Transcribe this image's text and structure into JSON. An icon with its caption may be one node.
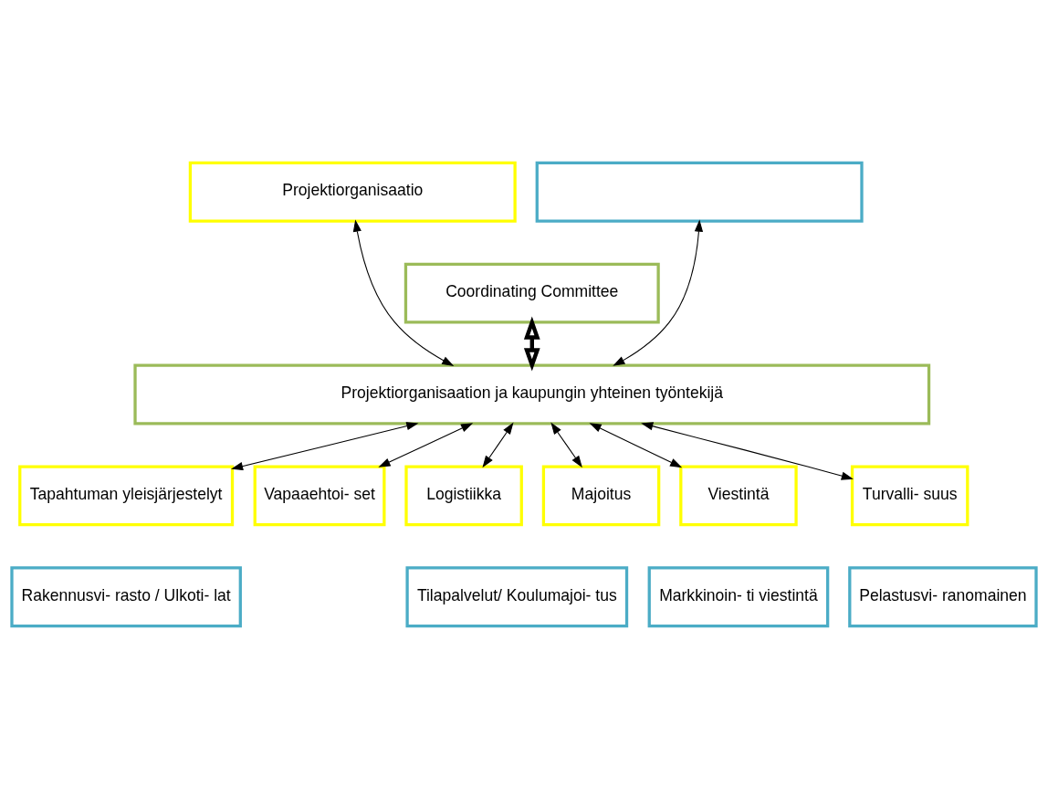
{
  "diagram": {
    "nodes": [
      {
        "text": [
          "Projektiorganisaatio"
        ]
      },
      {
        "text": [],
        "shape": "box"
      },
      {
        "text": [
          "Coordinating Committee"
        ]
      },
      {
        "text": [
          "Projektiorganisaation ja kaupungin yhteinen työntekijä"
        ]
      },
      {
        "text": [
          "Tapahtuman yleisjärjestelyt"
        ]
      },
      {
        "text": [
          "Vapaaehtoi- set"
        ]
      },
      {
        "text": [
          "Logistiikka"
        ]
      },
      {
        "text": [
          "Majoitus"
        ]
      },
      {
        "text": [
          "Viestintä"
        ]
      },
      {
        "text": [
          "Turvalli- suus"
        ]
      },
      {
        "text": [
          "Rakennusvi- rasto / Ulkoti- lat"
        ]
      },
      {
        "text": [
          "Tilapalvelut/ Koulumajoi- tus"
        ]
      },
      {
        "text": [
          "Markkinoin- ti viestintä"
        ]
      },
      {
        "text": [
          "Pelastusvi- ranomainen"
        ]
      }
    ],
    "edges": [
      {
        "from": 0,
        "to": 3,
        "arrow": "both"
      },
      {
        "from": 1,
        "to": 3,
        "arrow": "both"
      },
      {
        "from": 2,
        "to": 3,
        "arrow": "both",
        "style": "thick"
      },
      {
        "from": 3,
        "to": 4,
        "arrow": "both"
      },
      {
        "from": 3,
        "to": 5,
        "arrow": "both"
      },
      {
        "from": 3,
        "to": 6,
        "arrow": "both"
      },
      {
        "from": 3,
        "to": 7,
        "arrow": "both"
      },
      {
        "from": 3,
        "to": 8,
        "arrow": "both"
      },
      {
        "from": 3,
        "to": 9,
        "arrow": "both"
      }
    ]
  }
}
